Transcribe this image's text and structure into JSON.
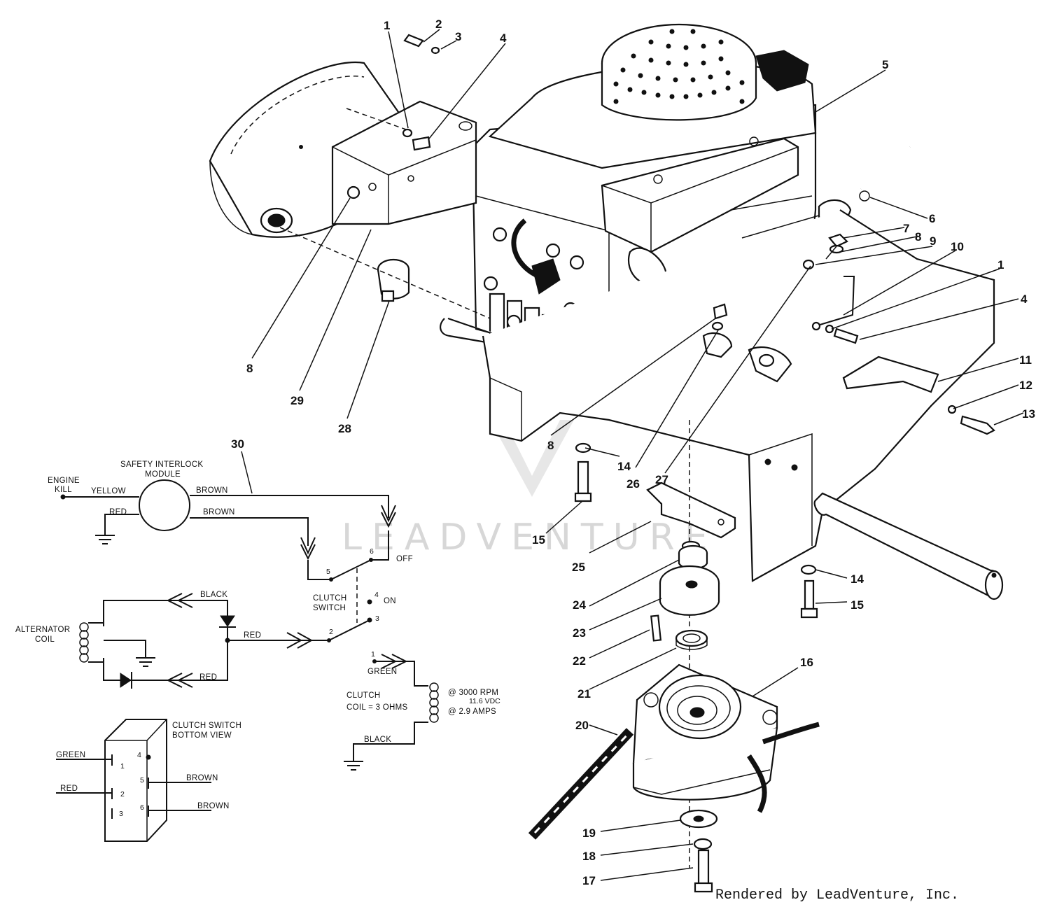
{
  "callouts": [
    "1",
    "2",
    "3",
    "4",
    "5",
    "6",
    "7",
    "8",
    "9",
    "10",
    "1",
    "4",
    "11",
    "12",
    "13",
    "8",
    "29",
    "28",
    "8",
    "14",
    "26",
    "27",
    "15",
    "25",
    "14",
    "15",
    "24",
    "23",
    "22",
    "21",
    "16",
    "20",
    "19",
    "18",
    "17",
    "30"
  ],
  "wiring": {
    "engine_kill": "ENGINE",
    "engine_kill2": "KILL",
    "safety_module": "SAFETY INTERLOCK",
    "safety_module2": "MODULE",
    "yellow": "YELLOW",
    "red_top": "RED",
    "brown_top": "BROWN",
    "brown_mid": "BROWN",
    "clutch_switch": "CLUTCH",
    "clutch_switch2": "SWITCH",
    "off": "OFF",
    "on": "ON",
    "t6": "6",
    "t5": "5",
    "t4": "4",
    "t3": "3",
    "t2": "2",
    "black_top": "BLACK",
    "alternator": "ALTERNATOR",
    "alternator2": "COIL",
    "red_mid": "RED",
    "red_low": "RED",
    "green_coil": "GREEN",
    "t1": "1",
    "clutch_coil": "CLUTCH",
    "clutch_coil2": "COIL = 3 OHMS",
    "rpm": "@ 3000 RPM",
    "vdc": "11.6 VDC",
    "amps": "@ 2.9 AMPS",
    "black_low": "BLACK",
    "switch_bottom": "CLUTCH SWITCH",
    "switch_bottom2": "BOTTOM VIEW",
    "green_sw": "GREEN",
    "red_sw": "RED",
    "brown_sw1": "BROWN",
    "brown_sw2": "BROWN",
    "s1": "1",
    "s2": "2",
    "s3": "3",
    "s4": "4",
    "s5": "5",
    "s6": "6"
  },
  "watermark": "LEADVENTURE",
  "footer": "Rendered by LeadVenture, Inc."
}
